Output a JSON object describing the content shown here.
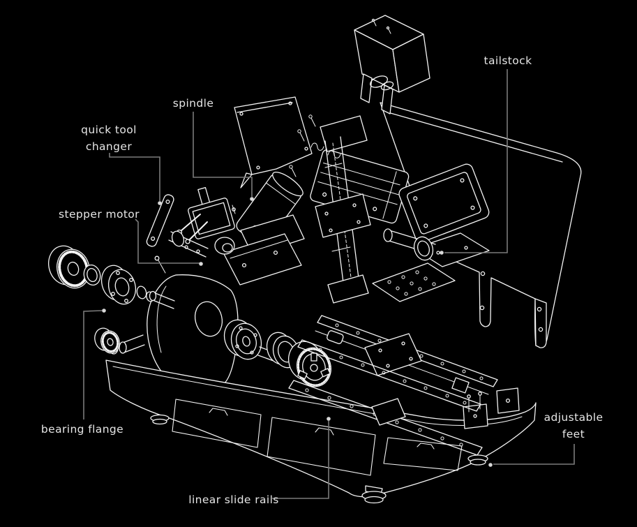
{
  "theme": {
    "background": "#000000",
    "drawing_line_color": "#f4f4f4",
    "leader_line_color": "#7a7a7a",
    "leader_dot_color": "#d8d8d8",
    "label_text_color": "#e6e6e6"
  },
  "callouts": {
    "quick_tool_changer": {
      "label": "quick tool\nchanger"
    },
    "spindle": {
      "label": "spindle"
    },
    "tailstock": {
      "label": "tailstock"
    },
    "stepper_motor": {
      "label": "stepper motor"
    },
    "bearing_flange": {
      "label": "bearing flange"
    },
    "adjustable_feet": {
      "label": "adjustable\nfeet"
    },
    "linear_slide_rails": {
      "label": "linear slide rails"
    }
  }
}
